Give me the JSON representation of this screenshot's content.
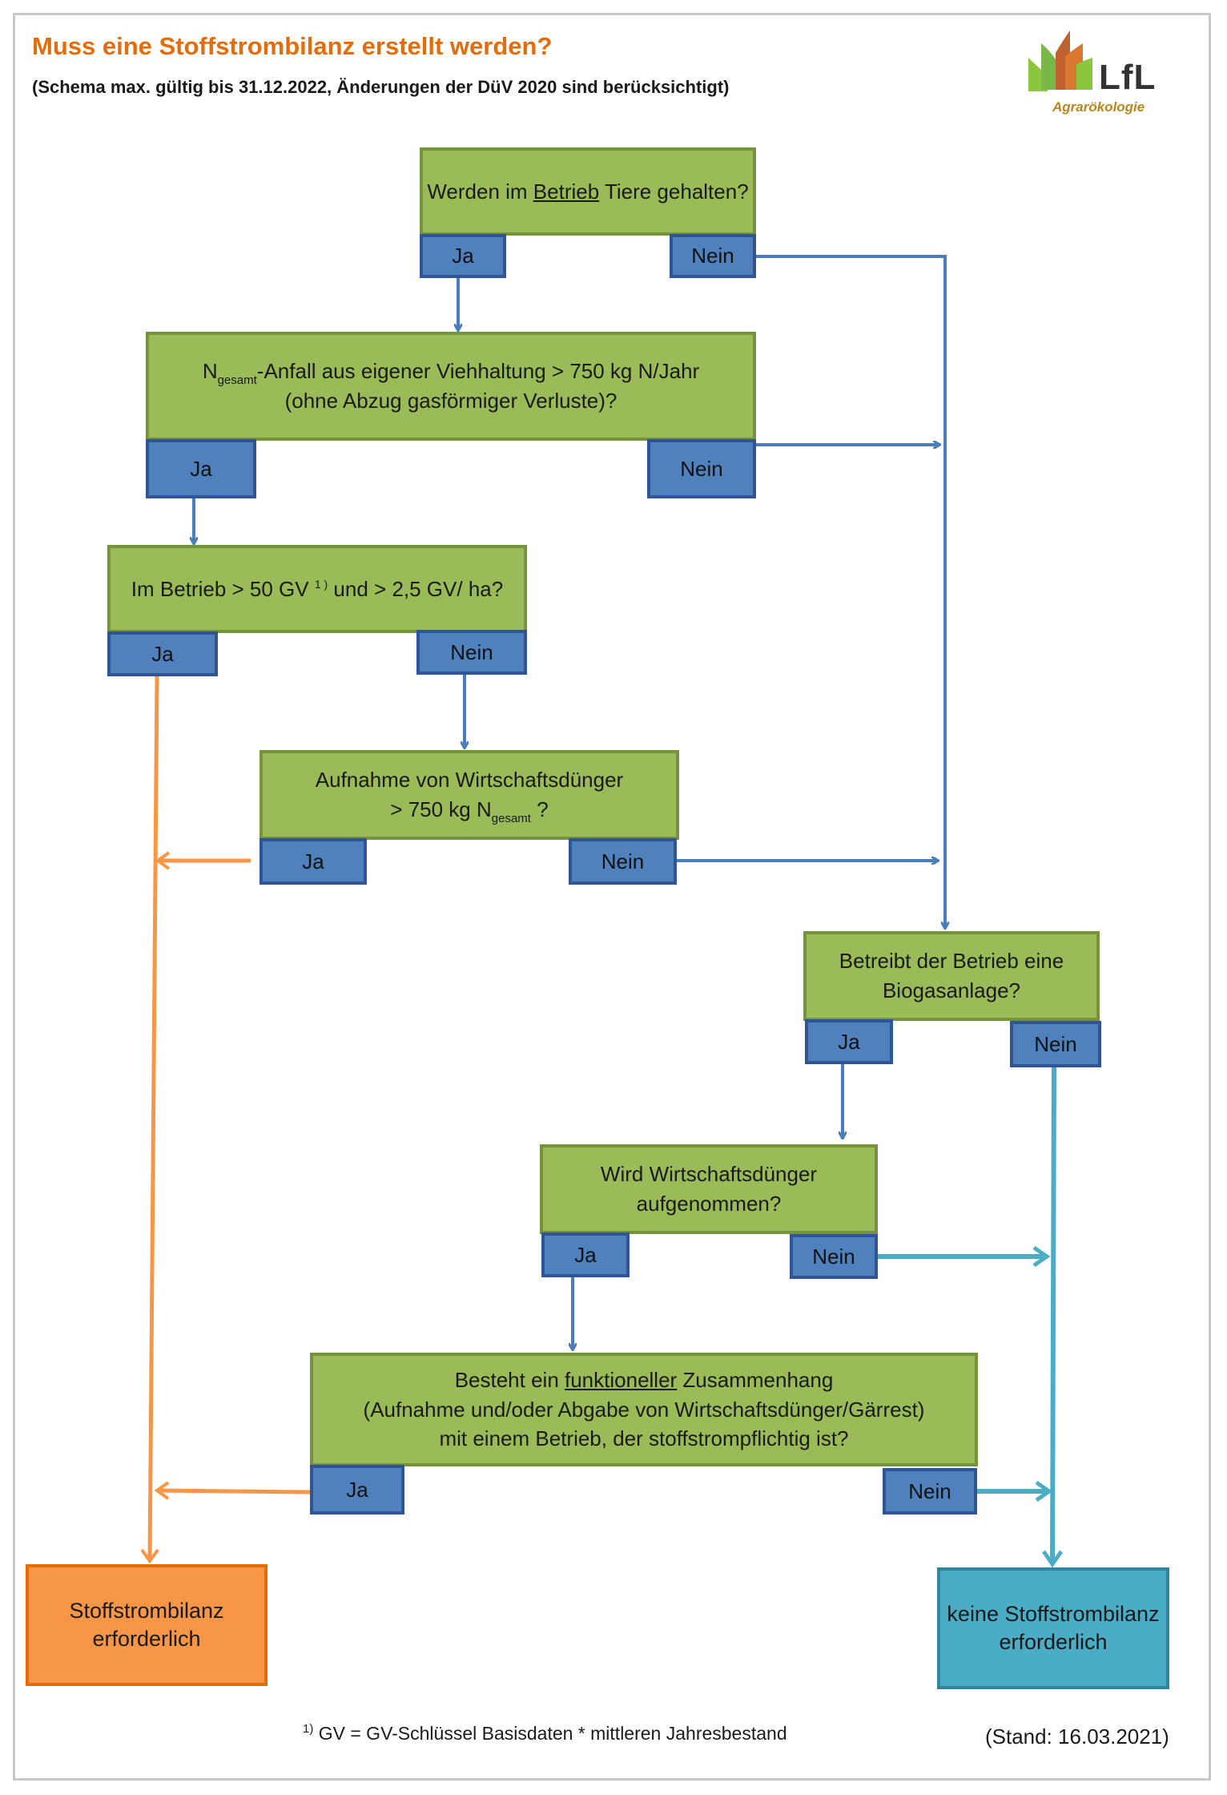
{
  "header": {
    "title": "Muss eine Stoffstrombilanz erstellt werden?",
    "subtitle": "(Schema max. gültig bis 31.12.2022, Änderungen der DüV 2020 sind berücksichtigt)"
  },
  "logo": {
    "name": "LfL",
    "subtitle": "Agrarökologie"
  },
  "labels": {
    "yes": "Ja",
    "no": "Nein"
  },
  "questions": {
    "q1": {
      "before": "Werden im ",
      "underlined": "Betrieb",
      "after": " Tiere gehalten?"
    },
    "q2": {
      "n": "N",
      "n_sub": "gesamt",
      "line1_rest": "-Anfall aus eigener Viehhaltung  > 750 kg N/Jahr",
      "line2": "(ohne Abzug gasförmiger  Verluste)?"
    },
    "q3": {
      "before": "Im Betrieb > 50 GV ",
      "sup": "1 )",
      "after": " und > 2,5 GV/ ha?"
    },
    "q4": {
      "line1": "Aufnahme  von Wirtschaftsdünger",
      "line2_before": "> 750 kg N",
      "n_sub": "gesamt",
      "line2_after": " ?"
    },
    "q5": {
      "text": "Betreibt der Betrieb eine Biogasanlage?"
    },
    "q6": {
      "text": "Wird Wirtschaftsdünger aufgenommen?"
    },
    "q7": {
      "before": "Besteht ein ",
      "underlined": "funktioneller",
      "after": " Zusammenhang",
      "line2": "(Aufnahme und/oder Abgabe von Wirtschaftsdünger/Gärrest)",
      "line3": "mit einem Betrieb, der stoffstrompflichtig ist?"
    }
  },
  "results": {
    "required": "Stoffstrombilanz erforderlich",
    "not_required": "keine Stoffstrombilanz erforderlich"
  },
  "footer": {
    "footnote_mark": "1)",
    "footnote": " GV = GV-Schlüssel Basisdaten * mittleren Jahresbestand",
    "stand": "(Stand: 16.03.2021)"
  },
  "colors": {
    "question_fill": "#9bbb59",
    "answer_fill": "#4f81bd",
    "flow_blue": "#4a7ebb",
    "flow_orange": "#f79646",
    "flow_cyan": "#4bacc6",
    "result_orange": "#f79646",
    "result_cyan": "#4bacc6",
    "title_color": "#e46c0a"
  }
}
